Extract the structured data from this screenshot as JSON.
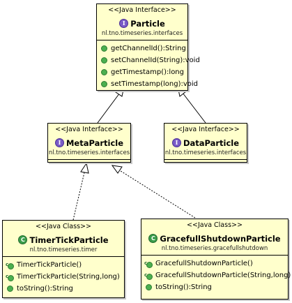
{
  "particle": {
    "stereotype": "<<Java Interface>>",
    "name": "Particle",
    "package": "nl.tno.timeseries.interfaces",
    "methods": [
      "getChannelId():String",
      "setChannelId(String):void",
      "getTimestamp():long",
      "setTimestamp(long):void"
    ]
  },
  "meta_particle": {
    "stereotype": "<<Java Interface>>",
    "name": "MetaParticle",
    "package": "nl.tno.timeseries.interfaces"
  },
  "data_particle": {
    "stereotype": "<<Java Interface>>",
    "name": "DataParticle",
    "package": "nl.tno.timeseries.interfaces"
  },
  "timer_tick_particle": {
    "stereotype": "<<Java Class>>",
    "name": "TimerTickParticle",
    "package": "nl.tno.timeseries.timer",
    "methods": [
      "TimerTickParticle()",
      "TimerTickParticle(String,long)",
      "toString():String"
    ]
  },
  "gracefull_shutdown_particle": {
    "stereotype": "<<Java Class>>",
    "name": "GracefullShutdownParticle",
    "package": "nl.tno.timeseries.gracefullshutdown",
    "methods": [
      "GracefullShutdownParticle()",
      "GracefullShutdownParticle(String,long)",
      "toString():String"
    ]
  },
  "icons": {
    "interface_badge": "I",
    "class_badge": "C",
    "constructor_mark": "c"
  },
  "colors": {
    "box_fill": "#ffffcc",
    "interface_badge": "#7a5cc7",
    "class_badge": "#3a9d4a",
    "method_dot": "#4caf50"
  }
}
